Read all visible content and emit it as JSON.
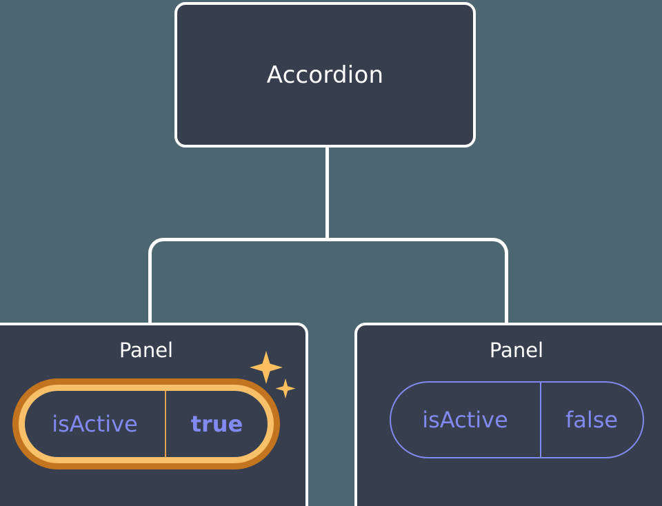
{
  "diagram": {
    "type": "component-tree",
    "background_color": "#4c6672",
    "node_fill": "#373f4e",
    "node_border": "#ffffff",
    "accent_purple": "#8289f0",
    "highlight_outer": "#c2741e",
    "highlight_inner": "#f9c06a",
    "root": {
      "title": "Accordion"
    },
    "children": [
      {
        "title": "Panel",
        "highlighted": true,
        "prop": {
          "key": "isActive",
          "value": "true",
          "value_bold": true
        },
        "sparkle_icons": [
          "sparkle-large-icon",
          "sparkle-small-icon"
        ]
      },
      {
        "title": "Panel",
        "highlighted": false,
        "prop": {
          "key": "isActive",
          "value": "false",
          "value_bold": false
        }
      }
    ]
  }
}
